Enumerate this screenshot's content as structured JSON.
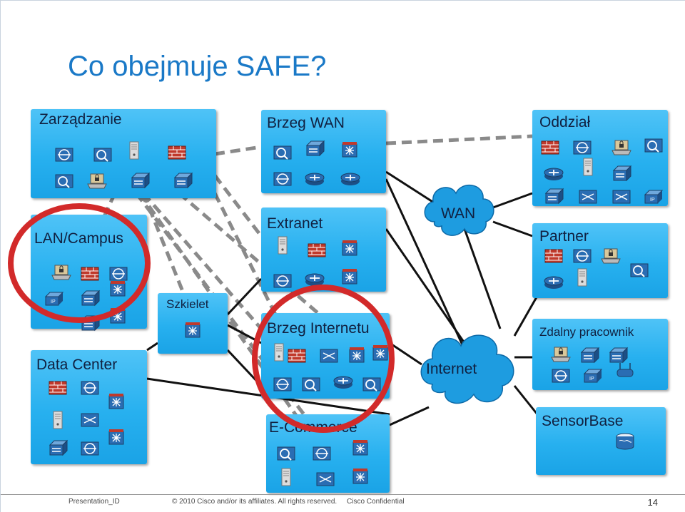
{
  "title": "Co obejmuje SAFE?",
  "colors": {
    "title": "#1a79c7",
    "module": "#27b0ef",
    "cloud": "#1e9ce0",
    "highlight": "#d22a2a",
    "link_dashed": "#8a8a8a",
    "link_solid": "#111111"
  },
  "modules": {
    "zarzadzanie": "Zarządzanie",
    "brzeg_wan": "Brzeg WAN",
    "oddzial": "Oddział",
    "lan_campus": "LAN/Campus",
    "extranet": "Extranet",
    "partner": "Partner",
    "szkielet": "Szkielet",
    "brzeg_internetu": "Brzeg Internetu",
    "zdalny_pracownik": "Zdalny pracownik",
    "data_center": "Data Center",
    "e_commerce": "E-Commerce",
    "sensorbase": "SensorBase"
  },
  "clouds": {
    "wan": "WAN",
    "internet": "Internet"
  },
  "icon_names": [
    "switch-icon",
    "firewall-icon",
    "router-icon",
    "server-icon",
    "ips-icon",
    "vpn-icon",
    "laptop-lock-icon",
    "ip-phone-icon",
    "globe-db-icon",
    "multilayer-switch-icon",
    "content-switch-icon",
    "wireless-ap-icon"
  ],
  "footer": {
    "presentation_id": "Presentation_ID",
    "copyright": "© 2010 Cisco and/or its affiliates. All rights reserved.",
    "confidential": "Cisco Confidential",
    "page_number": "14"
  }
}
